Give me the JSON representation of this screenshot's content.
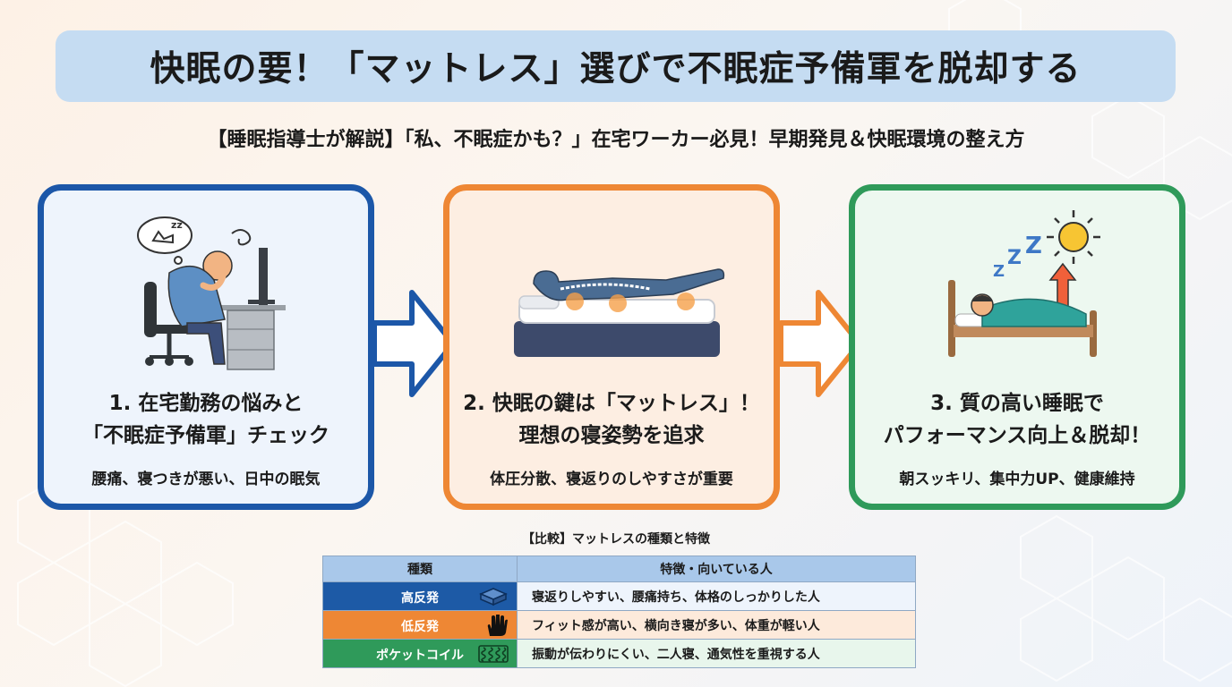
{
  "title": "快眠の要！「マットレス」選びで不眠症予備軍を脱却する",
  "subtitle": "【睡眠指導士が解説】「私、不眠症かも？」在宅ワーカー必見！早期発見＆快眠環境の整え方",
  "panels": [
    {
      "title_line1": "1. 在宅勤務の悩みと",
      "title_line2": "「不眠症予備軍」チェック",
      "desc": "腰痛、寝つきが悪い、日中の眠気",
      "color": "#1c57a8"
    },
    {
      "title_line1": "2. 快眠の鍵は「マットレス」！",
      "title_line2": "理想の寝姿勢を追求",
      "desc": "体圧分散、寝返りのしやすさが重要",
      "color": "#ee8734"
    },
    {
      "title_line1": "3. 質の高い睡眠で",
      "title_line2": "パフォーマンス向上＆脱却！",
      "desc": "朝スッキリ、集中力UP、健康維持",
      "color": "#2f9a5a"
    }
  ],
  "table": {
    "caption": "【比較】マットレスの種類と特徴",
    "headers": [
      "種類",
      "特徴・向いている人"
    ],
    "rows": [
      {
        "type": "高反発",
        "feature": "寝返りしやすい、腰痛持ち、体格のしっかりした人",
        "icon": "mattress-block-icon"
      },
      {
        "type": "低反発",
        "feature": "フィット感が高い、横向き寝が多い、体重が軽い人",
        "icon": "hand-press-icon"
      },
      {
        "type": "ポケットコイル",
        "feature": "振動が伝わりにくい、二人寝、通気性を重視する人",
        "icon": "coil-spring-icon"
      }
    ]
  },
  "colors": {
    "blue": "#1c57a8",
    "orange": "#ee8734",
    "green": "#2f9a5a",
    "title_bg": "#c5dcf2"
  }
}
